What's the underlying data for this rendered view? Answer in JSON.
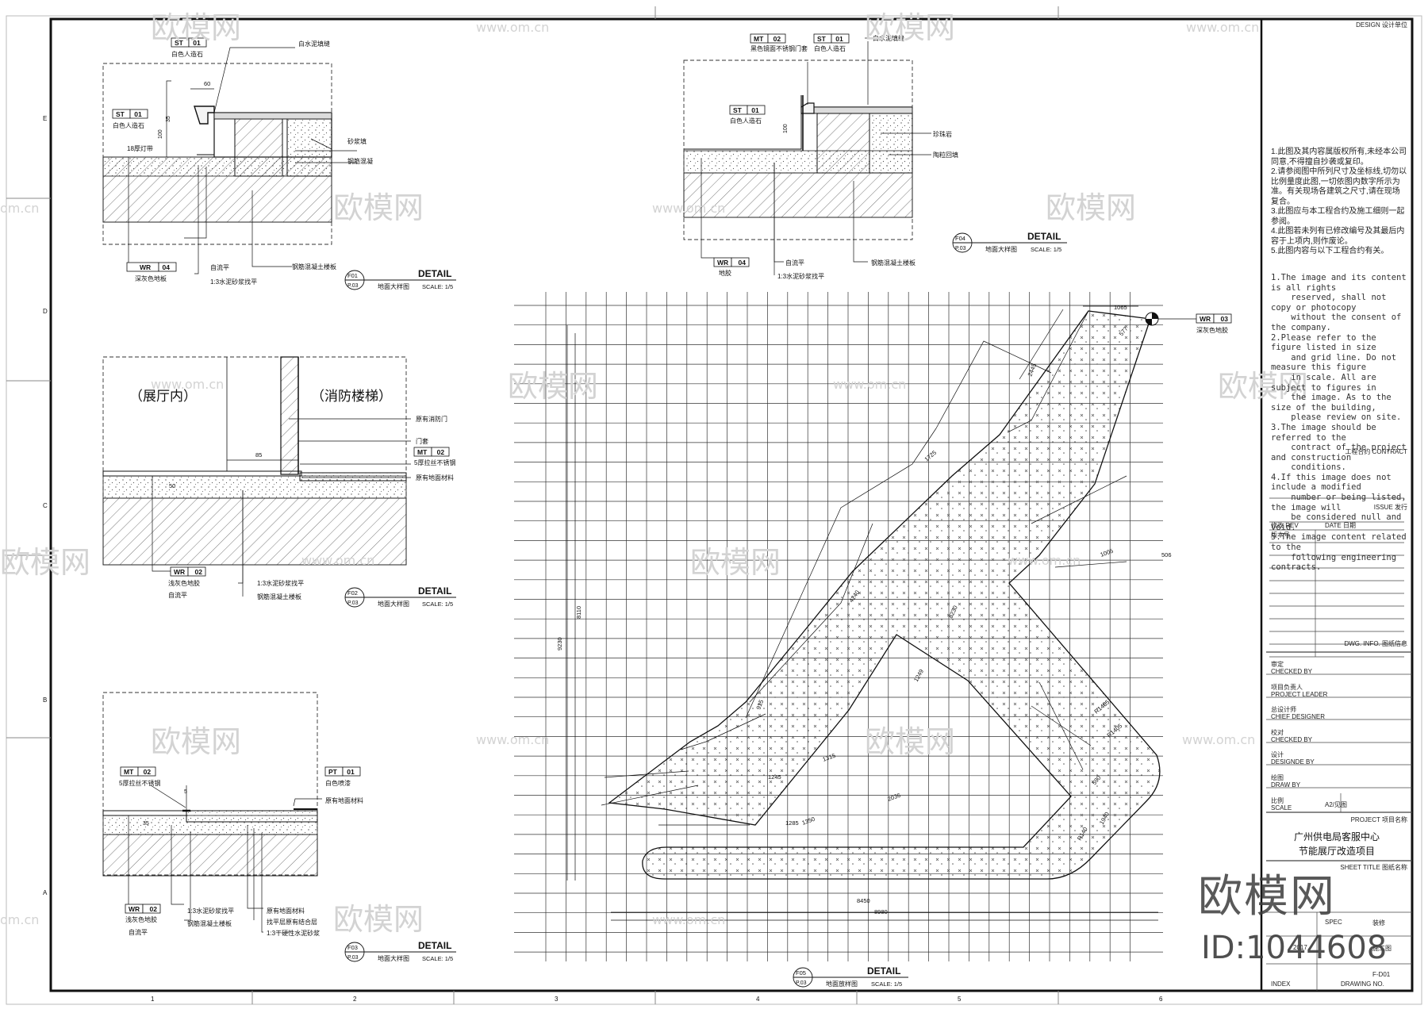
{
  "sheet": {
    "grid_letters": [
      "E",
      "D",
      "C",
      "B",
      "A"
    ],
    "grid_numbers": [
      "1",
      "2",
      "3",
      "4",
      "5",
      "6"
    ]
  },
  "watermark": {
    "logo_text": "欧模网",
    "site_text": "www.om.cn",
    "site_short": "om.cn"
  },
  "detail_f01": {
    "tag_top": "ST 01",
    "tag_top_text": "白色人造石",
    "tag_left": "ST 01",
    "tag_left_text": "白色人造石",
    "dim_60": "60",
    "dim_35": "35",
    "dim_100": "100",
    "label_left": "18厚灯带",
    "r1": "白水泥填缝",
    "r2": "砂浆填",
    "r3": "钢筋混凝",
    "tag_bottom": "WR 04",
    "tag_bottom_text": "深灰色地板",
    "b1": "自流平",
    "b2": "1:3水泥砂浆找平",
    "b3": "钢筋混凝土楼板",
    "code": "F01",
    "page": "P.03",
    "title_en": "DETAIL",
    "title_cn": "地面大样图",
    "scale": "SCALE: 1/5"
  },
  "detail_f02": {
    "room_left": "（展厅内）",
    "room_right": "（消防楼梯）",
    "r1": "原有消防门",
    "r2": "门套",
    "tag": "MT 02",
    "tag_text": "5厚拉丝不锈钢",
    "r3": "原有地面材料",
    "dim_85": "85",
    "dim_50": "50",
    "tag_bottom": "WR 02",
    "tag_bottom_text": "浅灰色地胶",
    "b0": "自流平",
    "b1": "1:3水泥砂浆找平",
    "b2": "钢筋混凝土楼板",
    "code": "F02",
    "page": "P.03",
    "title_en": "DETAIL",
    "title_cn": "地面大样图",
    "scale": "SCALE: 1/5"
  },
  "detail_f03": {
    "tag_mt": "MT 02",
    "tag_mt_text": "5厚拉丝不锈钢",
    "tag_pt": "PT 01",
    "tag_pt_text": "白色喷漆",
    "r1": "原有地面材料",
    "dim_5": "5",
    "dim_35": "35",
    "tag_bottom": "WR 02",
    "tag_bottom_text": "浅灰色地胶",
    "b0": "自流平",
    "b1": "1:3水泥砂浆找平",
    "b2": "钢筋混凝土楼板",
    "b3": "原有地面材料",
    "b4": "找平层原有结合层",
    "b5": "1:3干硬性水泥砂浆",
    "code": "F03",
    "page": "P.03",
    "title_en": "DETAIL",
    "title_cn": "地面大样图",
    "scale": "SCALE: 1/5"
  },
  "detail_f04": {
    "tag_mt": "MT 02",
    "tag_mt_text": "黑色镜面不锈钢门套",
    "tag_st_top": "ST 01",
    "tag_st_top_text": "白色人造石",
    "tag_st": "ST 01",
    "tag_st_text": "白色人造石",
    "r0": "白水泥填缝",
    "r1": "珍珠岩",
    "r2": "陶粒回填",
    "dim_100": "100",
    "tag_bottom": "WR 04",
    "tag_bottom_text": "地胶",
    "b1": "自流平",
    "b2": "1:3水泥砂浆找平",
    "b3": "钢筋混凝土楼板",
    "code": "F04",
    "page": "P.03",
    "title_en": "DETAIL",
    "title_cn": "地面大样图",
    "scale": "SCALE: 1/5"
  },
  "detail_f05": {
    "tag": "WR 03",
    "tag_text": "深灰色地胶",
    "dims": [
      "1065",
      "577",
      "2445",
      "1725",
      "4240",
      "1249",
      "1005",
      "506",
      "8230",
      "915",
      "1315",
      "1245",
      "1350",
      "1285",
      "2036",
      "R1405",
      "R1405",
      "590",
      "R140",
      "1940",
      "8450",
      "8980",
      "9230",
      "8110"
    ],
    "code": "F05",
    "page": "P.03",
    "title_en": "DETAIL",
    "title_cn": "地面放样图",
    "scale": "SCALE: 1/5"
  },
  "title_block": {
    "design_label": "DESIGN  设计单位",
    "notes_cn": "1.此图及其内容属版权所有,未经本公司同意,不得擅自抄袭或复印。\n2.请参阅图中所列尺寸及坐标线,切勿以比例量度此图,一切依图内数字所示为准。有关现场各建筑之尺寸,请在现场复合。\n3.此图应与本工程合约及施工细则一起参阅。\n4.此图若未列有已修改编号及其最后内容于上项内,则作废论。\n5.此图内容与以下工程合约有关。",
    "notes_en": "1.The image and its content is all rights\n    reserved, shall not copy or photocopy\n    without the consent of the company.\n2.Please refer to the figure listed in size\n    and grid line. Do not measure this figure\n    in scale. All are subject to figures in\n    the image. As to the size of the building,\n    please review on site.\n3.The image should be referred to the\n    contract of the project and construction\n    conditions.\n4.If this image does not include a modified\n    number or being listed, the image will\n    be considered null and void.\n5.The image content related to the\n    following engineering contracts.",
    "contract_label": "工程合约  CONTRACT",
    "issue_label": "ISSUE  发行",
    "ver_label": "修改 REV",
    "date_label": "DATE 日期",
    "ver_no": "版本号",
    "dwg_info": "DWG. INFO. 图纸信息",
    "rows": [
      {
        "cn": "审定",
        "en": "CHECKED BY"
      },
      {
        "cn": "项目负责人",
        "en": "PROJECT LEADER"
      },
      {
        "cn": "总设计师",
        "en": "CHIEF DESIGNER"
      },
      {
        "cn": "校对",
        "en": "CHECKED BY"
      },
      {
        "cn": "设计",
        "en": "DESIGNDE BY"
      },
      {
        "cn": "绘图",
        "en": "DRAW BY"
      }
    ],
    "scale_cn": "比例",
    "scale_en": "SCALE",
    "scale_value": "A2/见图",
    "project_label": "PROJECT  项目名称",
    "project_line1": "广州供电局客服中心",
    "project_line2": "节能展厅改造项目",
    "sheet_title_label": "SHEET TITLE  图纸名称",
    "spec_label": "SPEC",
    "spec_value": "装修",
    "date_value": "2017",
    "stage_value": "施工图",
    "index_label": "INDEX",
    "drawing_no_label": "DRAWING NO.",
    "drawing_no": "F-D01"
  },
  "brand": {
    "name": "欧模网",
    "id": "ID:1044608"
  }
}
